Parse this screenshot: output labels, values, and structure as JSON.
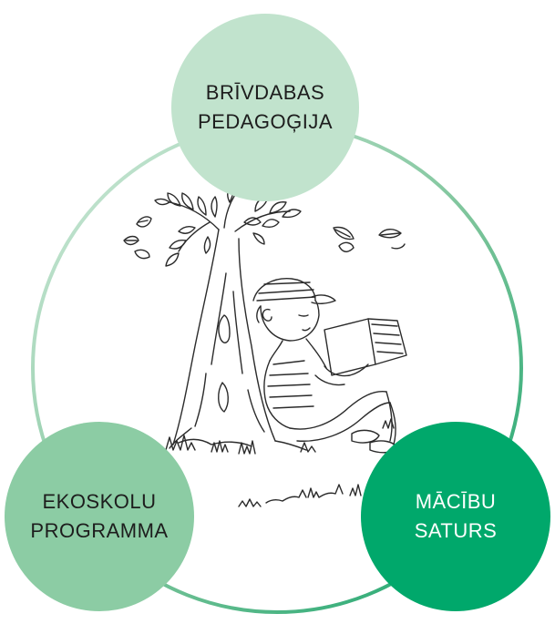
{
  "diagram": {
    "nodes": [
      {
        "id": "top",
        "lines": [
          "BRĪVDABAS",
          "PEDAGOĢIJA"
        ]
      },
      {
        "id": "left",
        "lines": [
          "EKOSKOLU",
          "PROGRAMMA"
        ]
      },
      {
        "id": "right",
        "lines": [
          "MĀCĪBU",
          "SATURS"
        ]
      }
    ],
    "colors": {
      "ring_light": "#d3ebdc",
      "ring_mid": "#7cc49a",
      "ring_dark": "#12a36a",
      "node_top": "#c1e3cd",
      "node_left": "#8ccca4",
      "node_right": "#00a86b",
      "sketch_ink": "#2b2b2b"
    },
    "illustration": "boy-reading-under-tree"
  }
}
